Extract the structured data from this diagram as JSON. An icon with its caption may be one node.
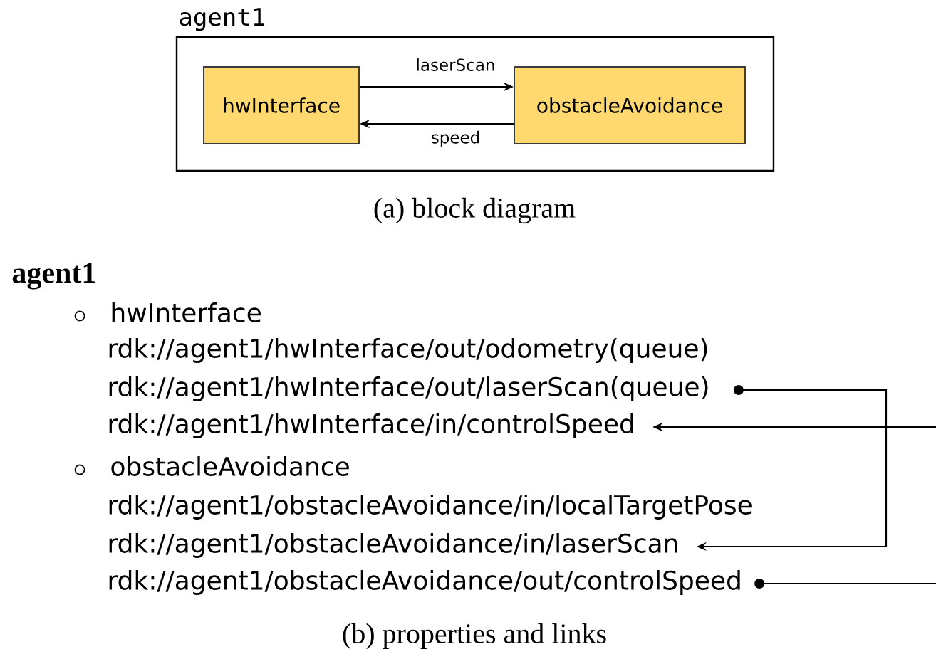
{
  "diagram": {
    "nodes": [
      {
        "text": [
          "agent1"
        ]
      },
      {
        "text": [
          "hwInterface"
        ],
        "in": 0
      },
      {
        "text": [
          "obstacleAvoidance"
        ],
        "in": 0
      },
      {
        "text": [
          "rdk://agent1/hwInterface/out/laserScan(queue)"
        ]
      },
      {
        "text": [
          "rdk://agent1/hwInterface/in/controlSpeed"
        ]
      },
      {
        "text": [
          "rdk://agent1/obstacleAvoidance/in/laserScan"
        ]
      },
      {
        "text": [
          "rdk://agent1/obstacleAvoidance/out/controlSpeed"
        ]
      }
    ],
    "edges": [
      {
        "from": 1,
        "to": 2,
        "arrow": "to",
        "label": "laserScan"
      },
      {
        "from": 2,
        "to": 1,
        "arrow": "to",
        "label": "speed"
      },
      {
        "from": 3,
        "to": 5,
        "arrow": "to"
      },
      {
        "from": null,
        "to": 4,
        "arrow": "to"
      },
      {
        "from": 6,
        "to": null,
        "arrow": "other"
      }
    ],
    "labels": [
      "(a) block diagram",
      "agent1",
      "hwInterface",
      "rdk://agent1/hwInterface/out/odometry(queue)",
      "obstacleAvoidance",
      "rdk://agent1/obstacleAvoidance/in/localTargetPose",
      "(b) properties and links"
    ]
  }
}
